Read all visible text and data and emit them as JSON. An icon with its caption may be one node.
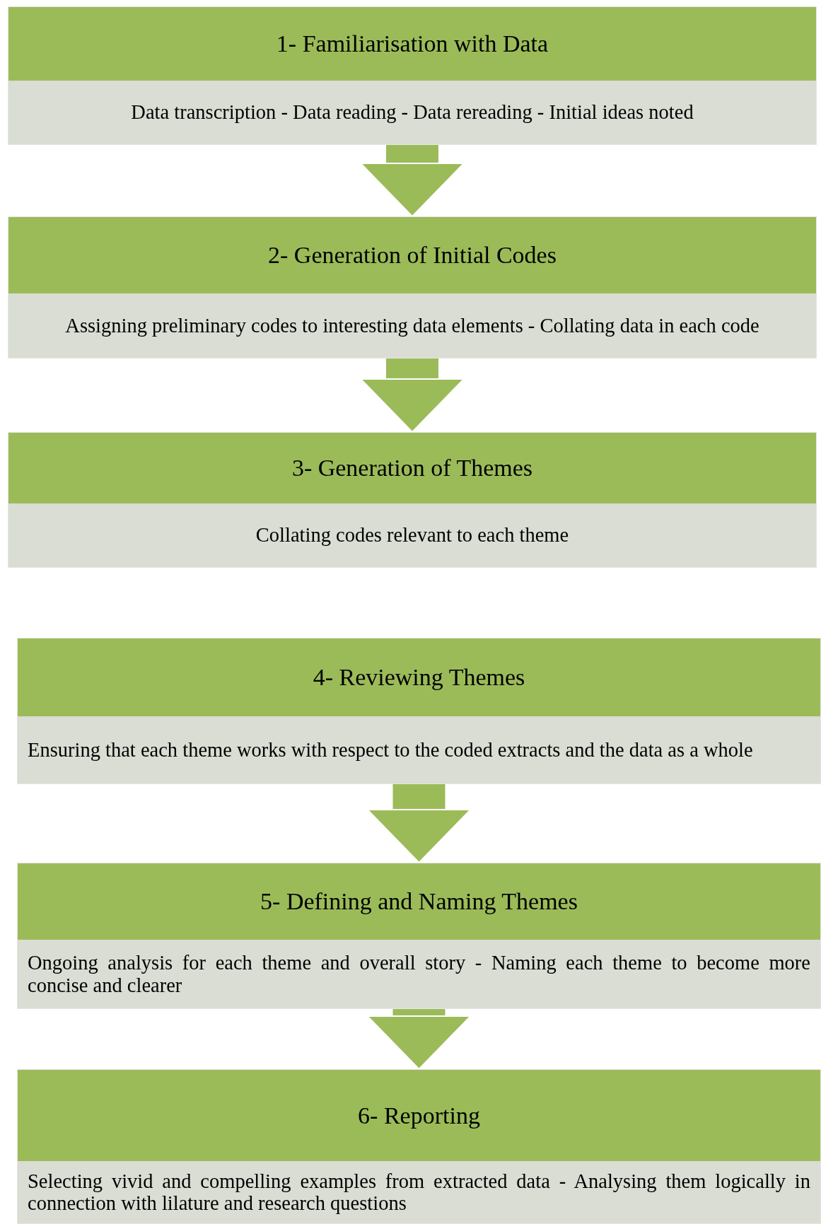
{
  "diagram": {
    "nodes": [
      {
        "text": [
          "1- Familiarisation with Data",
          "Data transcription - Data reading - Data rereading - Initial ideas noted"
        ]
      },
      {
        "text": [
          "2- Generation of Initial Codes",
          "Assigning preliminary codes to interesting data elements - Collating data in each code"
        ]
      },
      {
        "text": [
          "3- Generation of Themes",
          "Collating codes relevant to each theme"
        ]
      },
      {
        "text": [
          "4- Reviewing Themes",
          "Ensuring that each theme works with respect to the coded extracts and the data as a whole"
        ]
      },
      {
        "text": [
          "5- Defining and Naming Themes",
          "Ongoing analysis for each theme and overall story - Naming each theme to become more concise and clearer"
        ]
      },
      {
        "text": [
          "6- Reporting",
          "Selecting vivid and compelling examples from extracted data - Analysing them logically in connection with lilature and research questions"
        ]
      }
    ],
    "edges": [
      {
        "from": 0,
        "to": 1,
        "arrow": "to"
      },
      {
        "from": 1,
        "to": 2,
        "arrow": "to"
      },
      {
        "from": 3,
        "to": 4,
        "arrow": "to"
      },
      {
        "from": 4,
        "to": 5,
        "arrow": "to"
      }
    ]
  }
}
